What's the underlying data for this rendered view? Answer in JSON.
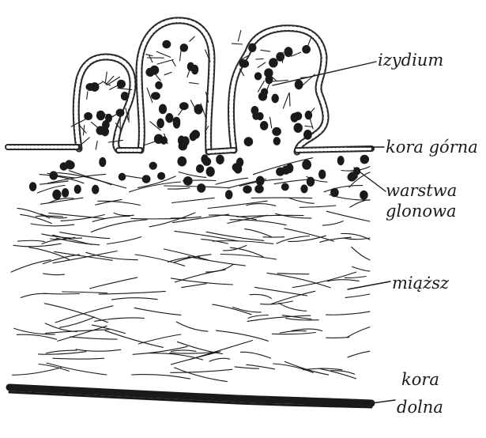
{
  "diagram": {
    "labels": {
      "izydium": "izydium",
      "kora_gorna": "kora górna",
      "warstwa_line1": "warstwa",
      "warstwa_line2": "glonowa",
      "miazsz": "miąższ",
      "kora_dolna_line1": "kora",
      "kora_dolna_line2": "dolna"
    },
    "colors": {
      "ink": "#1a1a1a",
      "paper": "#ffffff"
    }
  }
}
